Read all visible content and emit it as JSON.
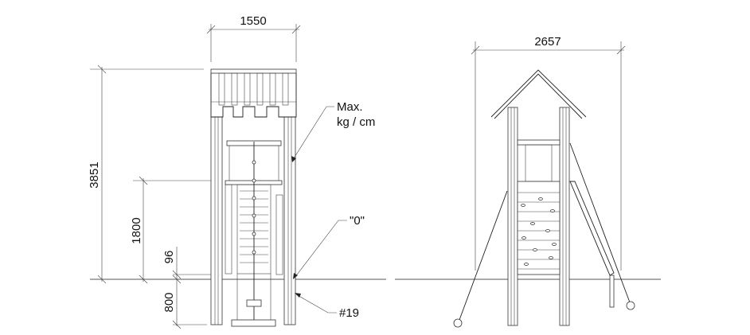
{
  "front_view": {
    "width_dim": "1550",
    "height_dim": "3851",
    "platform_height_dim": "1800",
    "small_dim": "96",
    "depth_dim": "800",
    "callouts": {
      "max_line1": "Max.",
      "max_line2": "kg / cm",
      "zero": "\"0\"",
      "ref": "#19"
    }
  },
  "side_view": {
    "width_dim": "2657"
  }
}
